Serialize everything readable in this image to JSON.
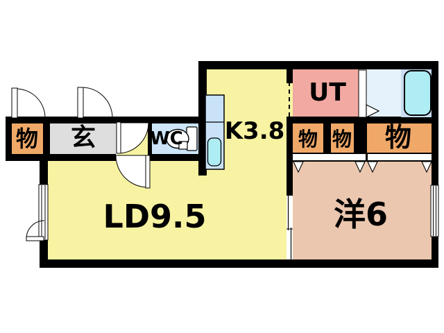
{
  "rooms": {
    "living_dining": {
      "label": "LD9.5",
      "color": "#F8F3A2"
    },
    "kitchen": {
      "label": "K3.8",
      "color": "#F8F3A2"
    },
    "utility": {
      "label": "UT",
      "color": "#F1A9A1"
    },
    "western_room": {
      "label": "洋6",
      "color": "#EAC7AE"
    },
    "entrance": {
      "label": "玄",
      "color": "#DEDEDE"
    },
    "toilet_room": {
      "label": "WC",
      "color": "#CCE5F8"
    },
    "bathroom": {
      "color": "#E5F2FB"
    }
  },
  "storages": {
    "color": "#F0A868",
    "labels": [
      "物",
      "物",
      "物",
      "物"
    ]
  },
  "fixtures": {
    "toilet": "toilet-icon",
    "bathtub": "bathtub-icon",
    "kitchen_sink": "kitchen-sink-icon",
    "tub_fill_color": "#AEEDF3",
    "counter_color": "#C9E2F8",
    "tub_frame_color": "#C9DCF1"
  },
  "symbols": {
    "swing_door": "quarter-arc-door-icon",
    "folding_door": "triangle-notch-icon",
    "sliding_door": "offset-double-line-icon",
    "window": "double-line-window-icon",
    "open_boundary": "dashed-line"
  },
  "palette": {
    "wall": "#000000",
    "background": "#FFFFFF",
    "text": "#000000"
  }
}
